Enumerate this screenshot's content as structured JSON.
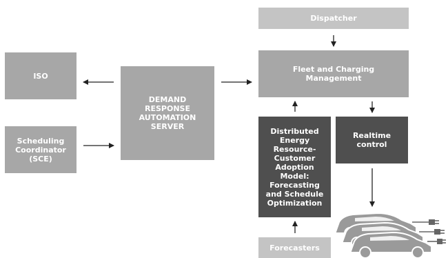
{
  "diagram": {
    "nodes": {
      "dispatcher": "Dispatcher",
      "iso": "ISO",
      "scheduling": "Scheduling\nCoordinator\n(SCE)",
      "drserver": "DEMAND\nRESPONSE\nAUTOMATION\nSERVER",
      "fleet": "Fleet and Charging\nManagement",
      "der": "Distributed\nEnergy\nResource-\nCustomer\nAdoption\nModel:\nForecasting\nand Schedule\nOptimization",
      "realtime": "Realtime\ncontrol",
      "forecasters": "Forecasters"
    },
    "edges": [
      {
        "from": "dispatcher",
        "to": "fleet"
      },
      {
        "from": "drserver",
        "to": "iso"
      },
      {
        "from": "scheduling",
        "to": "drserver"
      },
      {
        "from": "drserver",
        "to": "fleet"
      },
      {
        "from": "der",
        "to": "fleet"
      },
      {
        "from": "fleet",
        "to": "realtime"
      },
      {
        "from": "realtime",
        "to": "vehicles"
      },
      {
        "from": "forecasters",
        "to": "der"
      }
    ],
    "colors": {
      "light": "#c4c4c4",
      "mid": "#a7a7a7",
      "dark": "#4f4f4f",
      "arrow": "#222222",
      "car": "#9a9a9a"
    }
  }
}
